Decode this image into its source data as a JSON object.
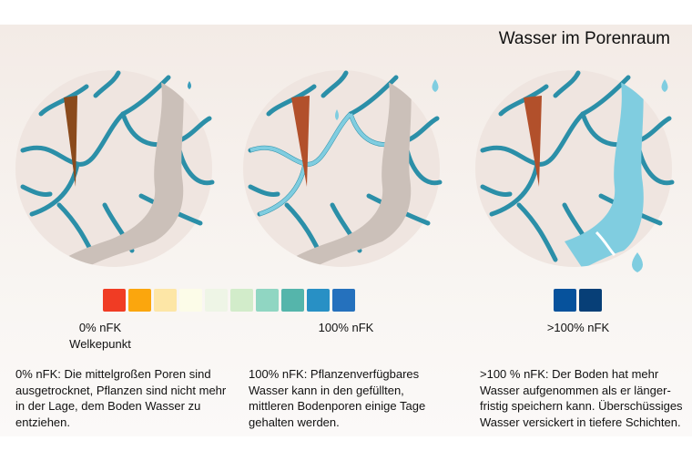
{
  "title": "Wasser im Porenraum",
  "colors": {
    "pore": "#2b8fa8",
    "dry_pore": "#cbc0b9",
    "wet_pore": "#80cde0",
    "root": "#8a4a1c"
  },
  "scale_swatches": [
    "#f03c24",
    "#fba60d",
    "#fde6a6",
    "#fcfce8",
    "#eef5e6",
    "#d2ecca",
    "#90d6c2",
    "#55b5ab",
    "#2890c5",
    "#2571bd"
  ],
  "excess_swatches": [
    "#06529c",
    "#073f77"
  ],
  "labels": {
    "zero": "0% nFK",
    "zero_sub": "Welkepunkt",
    "full": "100% nFK",
    "over": ">100% nFK"
  },
  "descriptions": [
    "0% nFK: Die mittelgroßen Poren sind ausgetrocknet, Pflanzen sind nicht mehr in der Lage, dem Boden Wasser zu entziehen.",
    "100% nFK: Pflanzenverfügbares Wasser kann in den gefüllten, mittleren Bodenporen einige Tage gehalten werden.",
    ">100 % nFK: Der Boden hat mehr Wasser aufgenommen als er länger-fristig speichern kann. Überschüssiges Wasser versickert in tiefere Schichten."
  ]
}
